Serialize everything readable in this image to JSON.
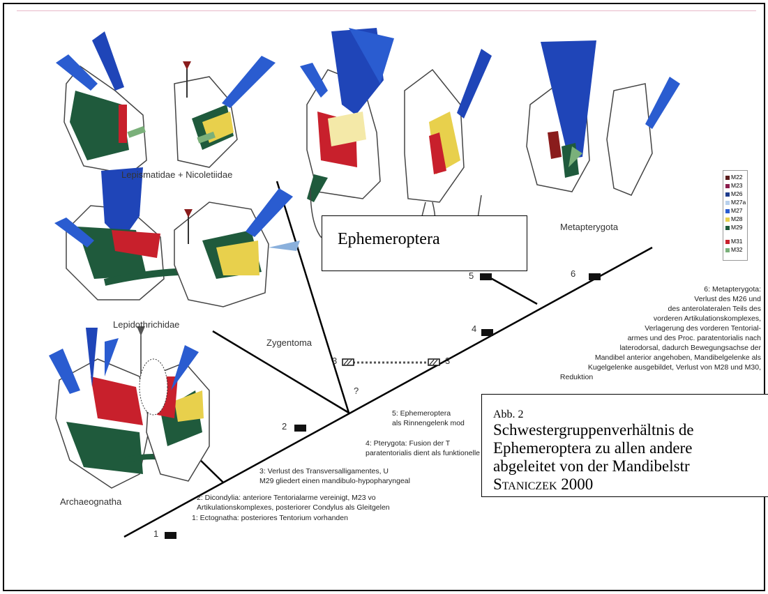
{
  "taxa": {
    "lepismatidae": "Lepismatidae + Nicoletiidae",
    "lepidothrichidae": "Lepidothrichidae",
    "zygentoma": "Zygentoma",
    "archaeognatha": "Archaeognatha",
    "metapterygota": "Metapterygota"
  },
  "nodes": [
    "1",
    "2",
    "3",
    "3",
    "4",
    "5",
    "6",
    "?"
  ],
  "highlight_box": "Ephemeroptera",
  "legend": [
    {
      "label": "M22",
      "color": "#5a1c1c"
    },
    {
      "label": "M23",
      "color": "#8a1c4c"
    },
    {
      "label": "M26",
      "color": "#1f3c8c"
    },
    {
      "label": "M27a",
      "color": "#b8d0ec"
    },
    {
      "label": "M27",
      "color": "#2a5cd0"
    },
    {
      "label": "M28",
      "color": "#e8d04c"
    },
    {
      "label": "M29",
      "color": "#1f5a3c"
    },
    {
      "label": "M31",
      "color": "#c8202c"
    },
    {
      "label": "M32",
      "color": "#7ab07a"
    }
  ],
  "descriptions": {
    "d6": [
      "6: Metapterygota:",
      "Verlust des M26 und",
      "des anterolateralen Teils des",
      "vorderen Artikulationskomplexes,",
      "Verlagerung des vorderen Tentorial-",
      "armes und des Proc. paratentorialis nach",
      "laterodorsal, dadurch Bewegungsachse der",
      "Mandibel anterior angehoben,  Mandibelgelenke als",
      "Kugelgelenke ausgebildet, Verlust von M28 und M30,",
      "Reduktion"
    ],
    "d5": [
      "5: Ephemeroptera",
      "als Rinnengelenk mod"
    ],
    "d4": [
      "4: Pterygota: Fusion der T",
      "paratentorialis dient als funktionelle"
    ],
    "d3": [
      "3: Verlust des Transversalligamentes, U",
      "M29 gliedert einen mandibulo-hypopharyngeal"
    ],
    "d2": [
      "2: Dicondylia: anteriore Tentorialarme vereinigt, M23 vo",
      "Artikulationskomplexes, posteriorer Condylus als Gleitgelen"
    ],
    "d1": [
      "1: Ectognatha: posteriores Tentorium vorhanden"
    ]
  },
  "caption": {
    "line1": "Abb. 2",
    "line2": "Schwestergruppenverhältnis de",
    "line3": "Ephemeroptera zu allen andere",
    "line4": "abgeleitet von der Mandibelstr",
    "author": "Staniczek 2000"
  }
}
